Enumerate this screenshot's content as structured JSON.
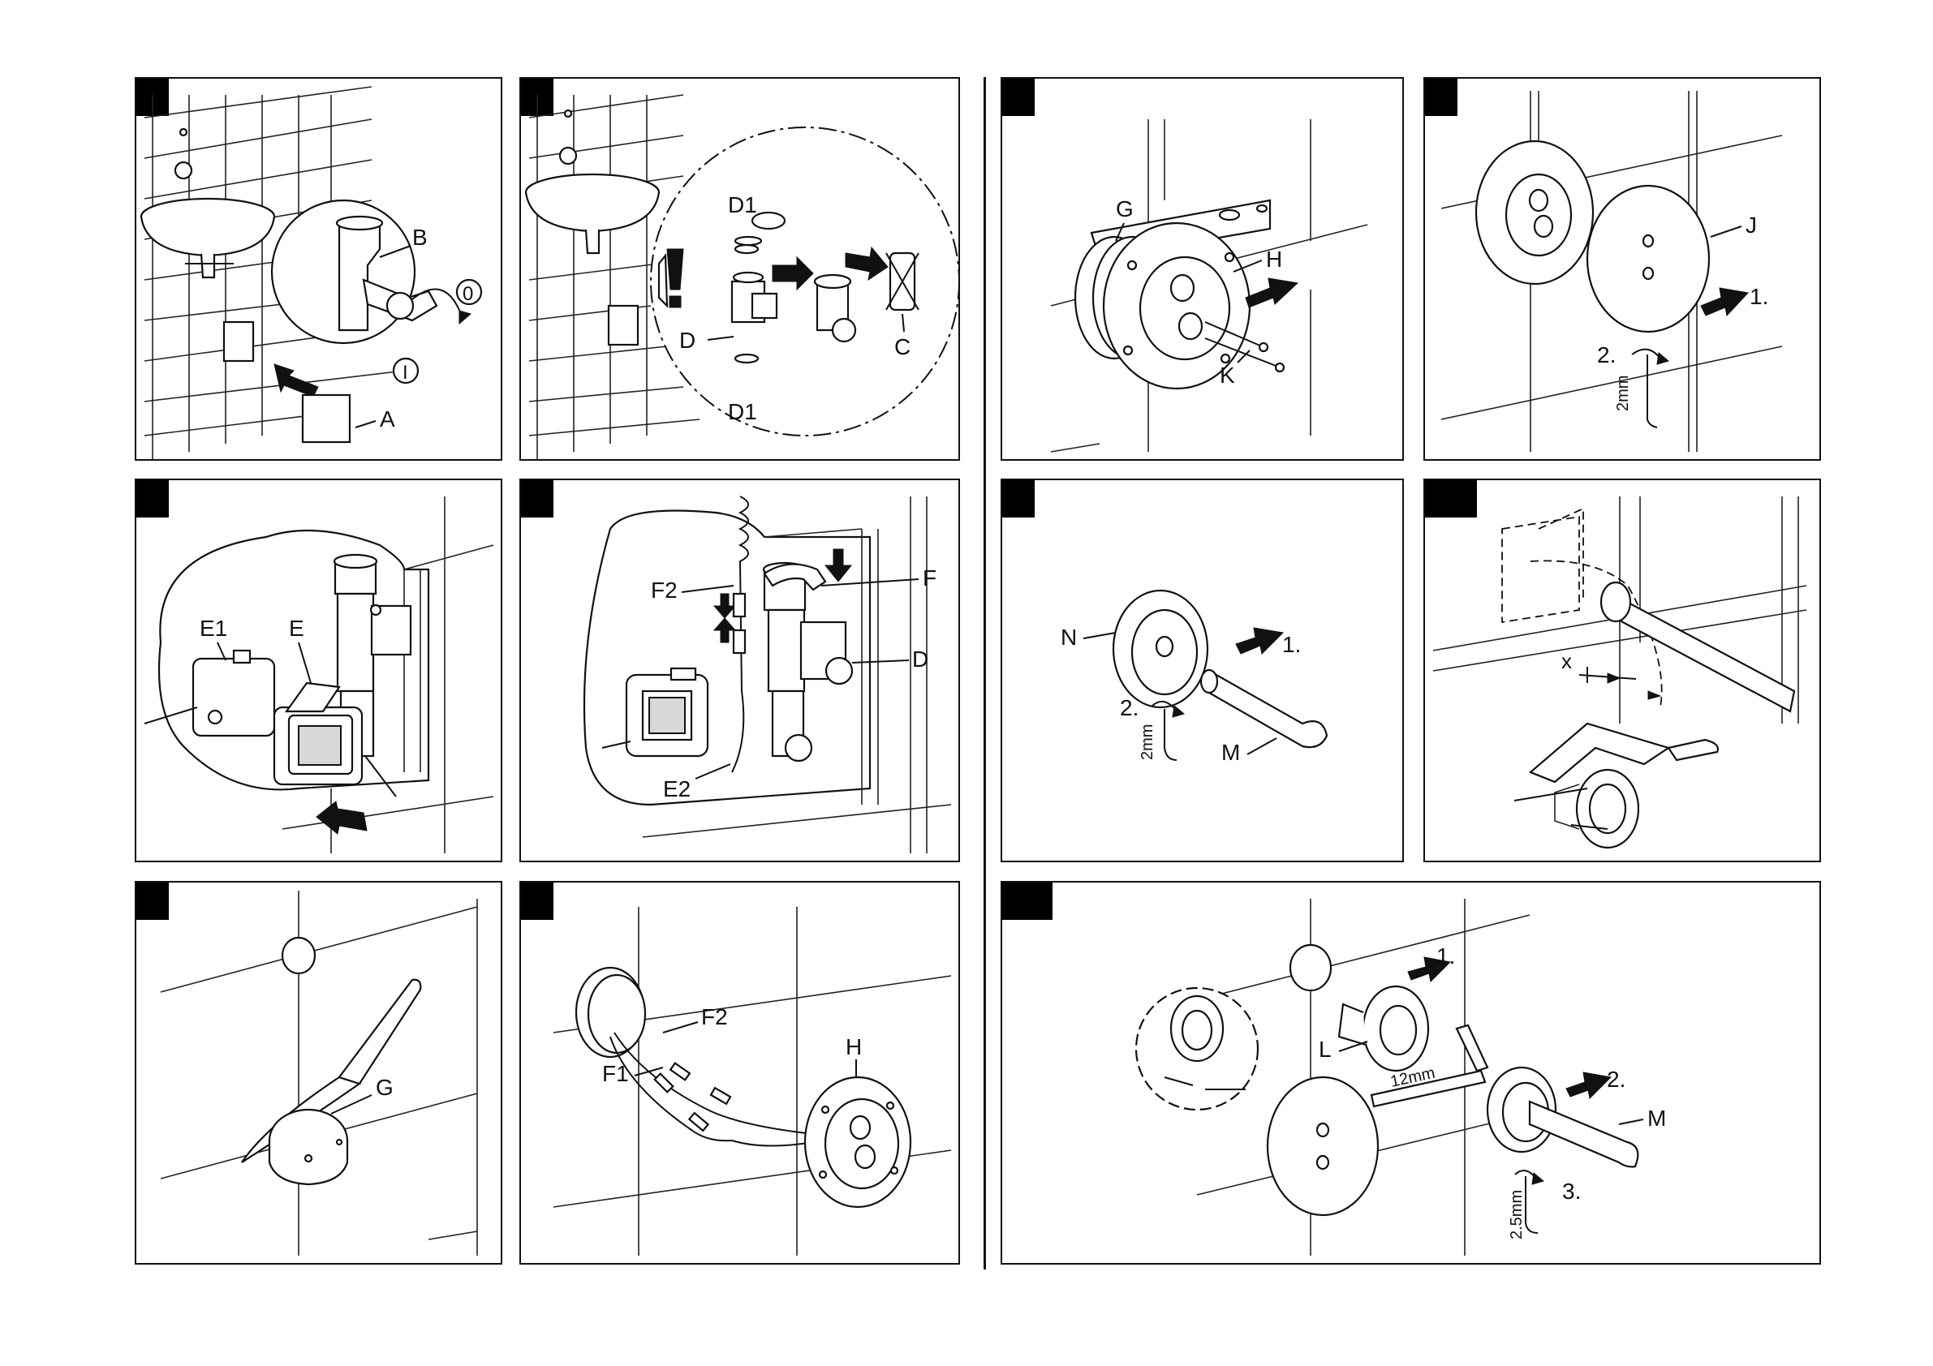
{
  "labels": {
    "p1": {
      "b": "B",
      "zero": "0",
      "one": "I",
      "a": "A"
    },
    "p2": {
      "d1_top": "D1",
      "d": "D",
      "d1_bottom": "D1",
      "c": "C"
    },
    "p3": {
      "g": "G",
      "h": "H",
      "k": "K"
    },
    "p4": {
      "j": "J",
      "s1": "1.",
      "s2": "2.",
      "key": "2mm"
    },
    "p5": {
      "e1": "E1",
      "e": "E"
    },
    "p6": {
      "f2": "F2",
      "f": "F",
      "d": "D",
      "e2": "E2"
    },
    "p7": {
      "n": "N",
      "s1": "1.",
      "s2": "2.",
      "key": "2mm",
      "m": "M"
    },
    "p8": {
      "x": "x"
    },
    "p9": {
      "g": "G"
    },
    "p10": {
      "f2": "F2",
      "f1": "F1",
      "h": "H"
    },
    "p11": {
      "s1": "1.",
      "l": "L",
      "key12": "12mm",
      "s2": "2.",
      "m": "M",
      "key25": "2.5mm",
      "s3": "3."
    }
  }
}
